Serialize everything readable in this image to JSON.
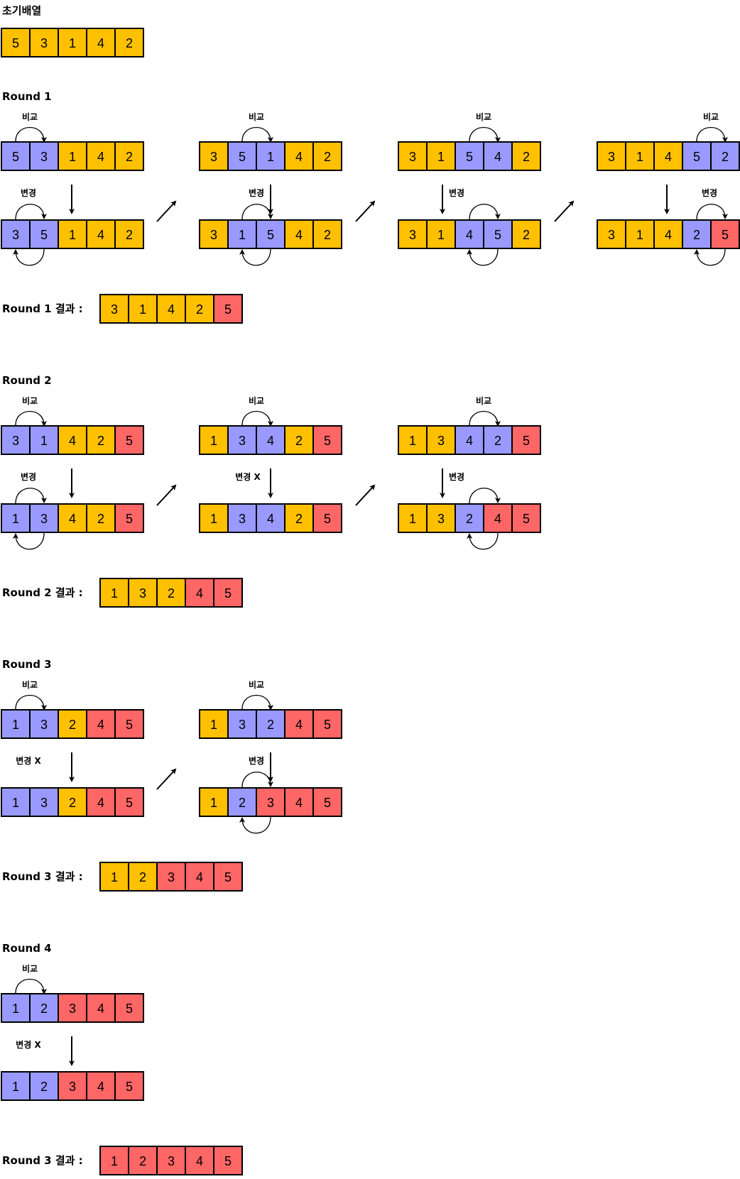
{
  "colors": {
    "unsorted": "#FFC000",
    "compare": "#9999FF",
    "sorted": "#FF6666",
    "stroke": "#000000"
  },
  "labels": {
    "compare": "비교",
    "swap": "변경",
    "no_swap": "변경 X"
  },
  "initial": {
    "title": "초기배열",
    "values": [
      5,
      3,
      1,
      4,
      2
    ]
  },
  "rounds": [
    {
      "title": "Round 1",
      "result_label": "Round 1 결과 :",
      "result_values": [
        3,
        1,
        4,
        2,
        5
      ],
      "result_sorted_count": 1,
      "steps": [
        {
          "before": [
            5,
            3,
            1,
            4,
            2
          ],
          "pair": 0,
          "swapped": true,
          "after": [
            3,
            5,
            1,
            4,
            2
          ]
        },
        {
          "before": [
            3,
            5,
            1,
            4,
            2
          ],
          "pair": 1,
          "swapped": true,
          "after": [
            3,
            1,
            5,
            4,
            2
          ]
        },
        {
          "before": [
            3,
            1,
            5,
            4,
            2
          ],
          "pair": 2,
          "swapped": true,
          "after": [
            3,
            1,
            4,
            5,
            2
          ]
        },
        {
          "before": [
            3,
            1,
            4,
            5,
            2
          ],
          "pair": 3,
          "swapped": true,
          "after": [
            3,
            1,
            4,
            2,
            5
          ]
        }
      ]
    },
    {
      "title": "Round 2",
      "result_label": "Round 2 결과 :",
      "result_values": [
        1,
        3,
        2,
        4,
        5
      ],
      "result_sorted_count": 2,
      "steps": [
        {
          "before": [
            3,
            1,
            4,
            2,
            5
          ],
          "pair": 0,
          "swapped": true,
          "after": [
            1,
            3,
            4,
            2,
            5
          ]
        },
        {
          "before": [
            1,
            3,
            4,
            2,
            5
          ],
          "pair": 1,
          "swapped": false,
          "after": [
            1,
            3,
            4,
            2,
            5
          ]
        },
        {
          "before": [
            1,
            3,
            4,
            2,
            5
          ],
          "pair": 2,
          "swapped": true,
          "after": [
            1,
            3,
            2,
            4,
            5
          ]
        }
      ]
    },
    {
      "title": "Round 3",
      "result_label": "Round 3 결과 :",
      "result_values": [
        1,
        2,
        3,
        4,
        5
      ],
      "result_sorted_count": 3,
      "steps": [
        {
          "before": [
            1,
            3,
            2,
            4,
            5
          ],
          "pair": 0,
          "swapped": false,
          "after": [
            1,
            3,
            2,
            4,
            5
          ]
        },
        {
          "before": [
            1,
            3,
            2,
            4,
            5
          ],
          "pair": 1,
          "swapped": true,
          "after": [
            1,
            2,
            3,
            4,
            5
          ]
        }
      ]
    },
    {
      "title": "Round 4",
      "result_label": "Round 3 결과 :",
      "result_values": [
        1,
        2,
        3,
        4,
        5
      ],
      "result_sorted_count": 5,
      "steps": [
        {
          "before": [
            1,
            2,
            3,
            4,
            5
          ],
          "pair": 0,
          "swapped": false,
          "after": [
            1,
            2,
            3,
            4,
            5
          ]
        }
      ]
    }
  ]
}
